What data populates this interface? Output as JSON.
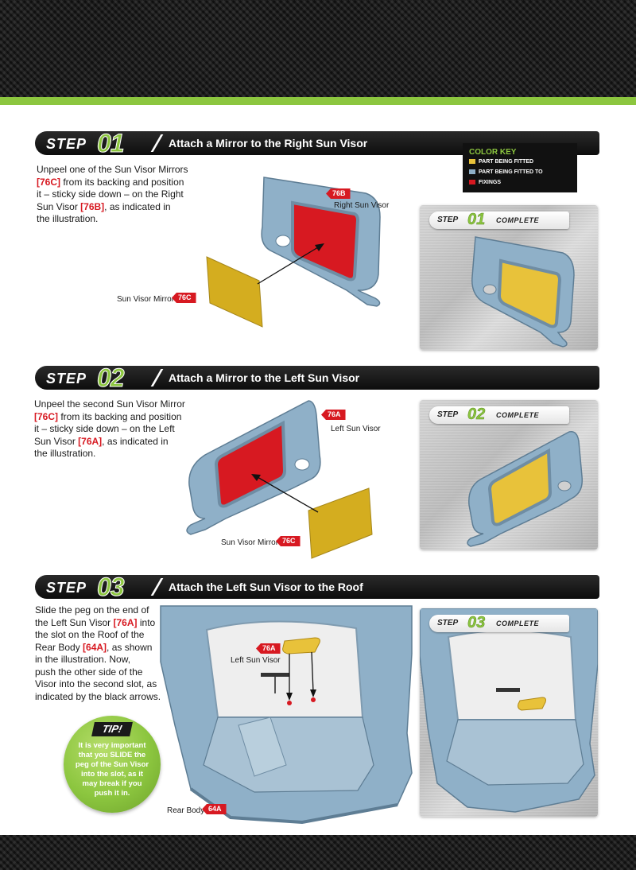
{
  "colors": {
    "accent_green": "#8cc63f",
    "tag_red": "#d71921",
    "part_being_fitted": "#e8c23a",
    "part_being_fitted_to": "#8fb0c8",
    "fixings": "#d71921"
  },
  "color_key": {
    "title": "COLOR KEY",
    "items": [
      {
        "label": "PART BEING FITTED",
        "color": "#e8c23a"
      },
      {
        "label": "PART BEING FITTED TO",
        "color": "#8fb0c8"
      },
      {
        "label": "FIXINGS",
        "color": "#d71921"
      }
    ]
  },
  "steps": [
    {
      "step_word": "STEP",
      "number": "01",
      "title": "Attach a Mirror to the Right Sun Visor",
      "text": {
        "t1": "Unpeel one of the Sun Visor Mirrors",
        "r1": "[76C]",
        "t2": " from its backing and position",
        "t3": "it – sticky side down – on the Right",
        "t4": "Sun Visor ",
        "r2": "[76B]",
        "t5": ", as indicated in",
        "t6": "the illustration."
      },
      "tags": [
        {
          "code": "76B",
          "label": "Right Sun Visor"
        },
        {
          "code": "76C",
          "label": "Sun Visor Mirror"
        }
      ],
      "complete": {
        "step_word": "STEP",
        "number": "01",
        "word": "COMPLETE"
      }
    },
    {
      "step_word": "STEP",
      "number": "02",
      "title": "Attach a Mirror to the Left Sun Visor",
      "text": {
        "t1": "Unpeel the second Sun Visor Mirror",
        "r1": "[76C]",
        "t2": " from its backing and position",
        "t3": "it – sticky side down – on the Left",
        "t4": "Sun Visor ",
        "r2": "[76A]",
        "t5": ", as indicated in",
        "t6": "the illustration."
      },
      "tags": [
        {
          "code": "76A",
          "label": "Left Sun Visor"
        },
        {
          "code": "76C",
          "label": "Sun Visor Mirror"
        }
      ],
      "complete": {
        "step_word": "STEP",
        "number": "02",
        "word": "COMPLETE"
      }
    },
    {
      "step_word": "STEP",
      "number": "03",
      "title": "Attach the Left Sun Visor to the Roof",
      "text": {
        "t1": "Slide the peg on the end of",
        "t2a": "the Left Sun Visor ",
        "r1": "[76A]",
        "t2b": " into",
        "t3": "the slot on the Roof of the",
        "t4": "Rear Body ",
        "r2": "[64A]",
        "t5": ", as shown",
        "t6": "in the illustration. Now,",
        "t7": "push the other side of the",
        "t8": "Visor into the second slot, as",
        "t9": "indicated by the black arrows."
      },
      "tags": [
        {
          "code": "76A",
          "label": "Left Sun Visor"
        },
        {
          "code": "64A",
          "label": "Rear Body"
        }
      ],
      "complete": {
        "step_word": "STEP",
        "number": "03",
        "word": "COMPLETE"
      }
    }
  ],
  "tip": {
    "title": "TIP!",
    "lines": [
      "It is very important",
      "that you SLIDE the",
      "peg of the Sun Visor",
      "into the slot, as it",
      "may break if you",
      "push it in."
    ]
  }
}
